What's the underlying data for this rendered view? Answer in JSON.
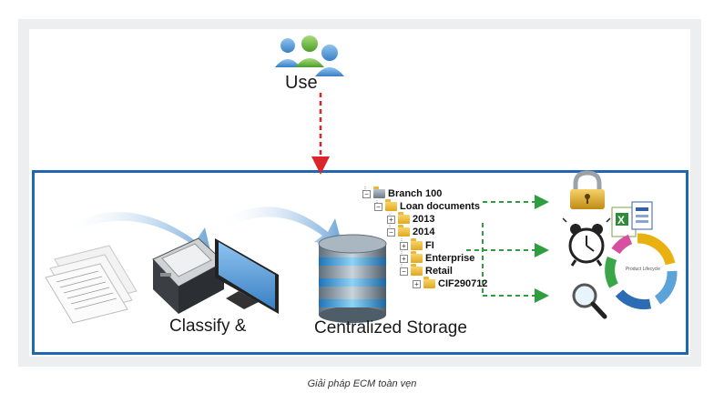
{
  "labels": {
    "use": "Use",
    "classify": "Classify &",
    "storage": "Centralized Storage"
  },
  "tree": {
    "top_partial": "",
    "items": [
      {
        "text": "Branch 100"
      },
      {
        "text": "Loan documents"
      },
      {
        "text": "2013"
      },
      {
        "text": "2014"
      },
      {
        "text": "FI"
      },
      {
        "text": "Enterprise"
      },
      {
        "text": "Retail"
      },
      {
        "text": "CIF290712"
      }
    ]
  },
  "icons": {
    "users": "users-icon",
    "lock": "lock-icon",
    "office_docs": "office-documents-icon",
    "alarm_clock": "alarm-clock-icon",
    "lifecycle": "product-lifecycle-icon",
    "magnifier": "magnifier-icon",
    "lifecycle_center": "Product Lifecycle"
  },
  "caption": "Giải pháp ECM toàn vẹn",
  "colors": {
    "frame_border": "#1f66b3",
    "use_arrow": "#d9262b",
    "tree_arrows": "#2e9e3e"
  }
}
